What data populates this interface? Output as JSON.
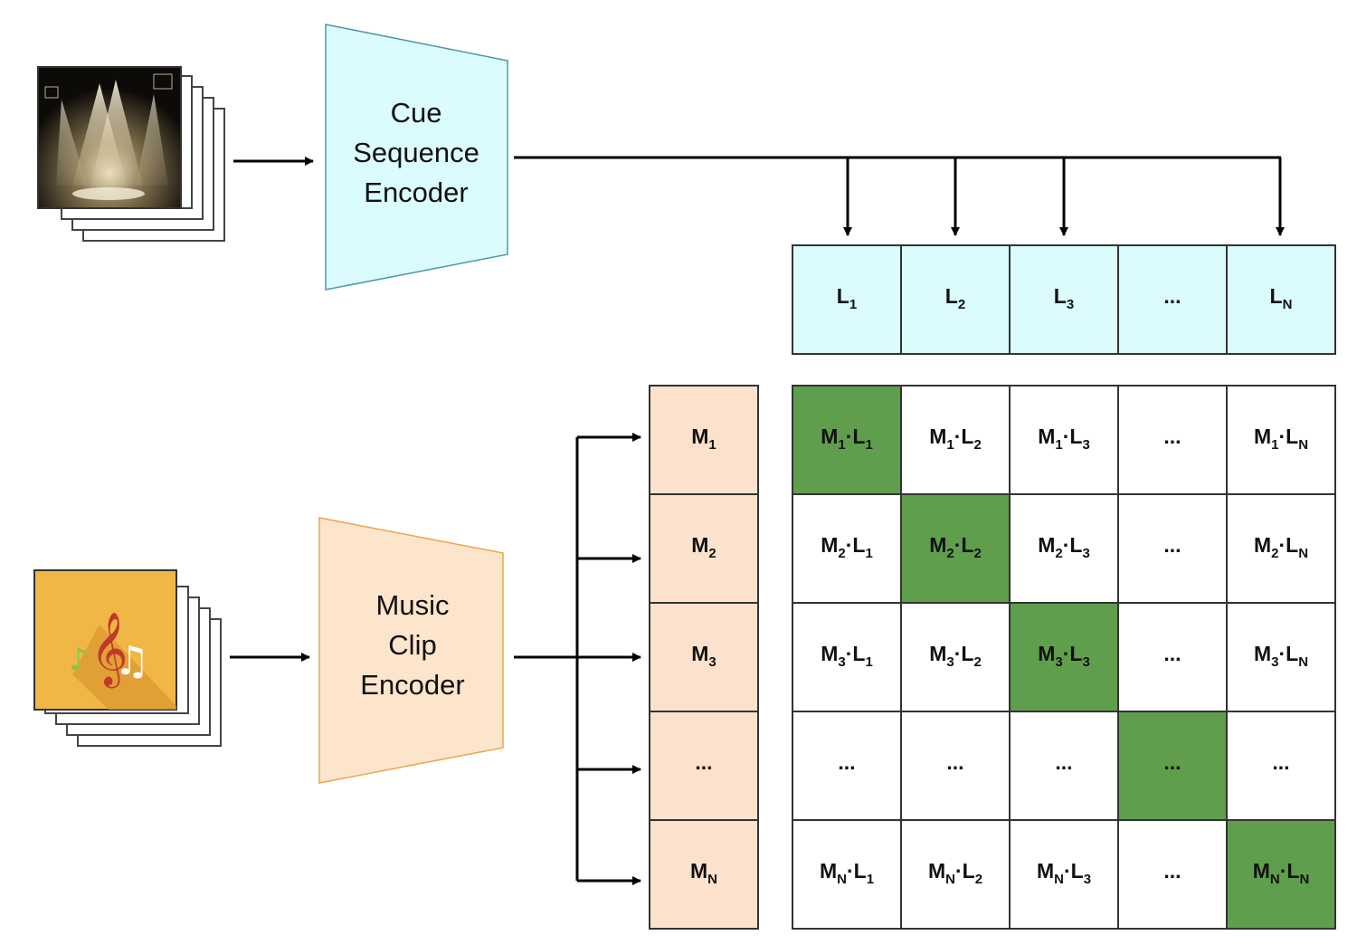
{
  "colors": {
    "cue_fill": "#dbfcfe",
    "cue_stroke": "#4d98a8",
    "music_fill": "#fde5cc",
    "music_stroke": "#eaa54c",
    "l_cell_fill": "#dbfbfc",
    "m_cell_fill": "#fce2cc",
    "diag_fill": "#5f9e4c",
    "grid_stroke": "#333333",
    "line": "#000000",
    "music_tile": "#f0b746"
  },
  "cue_encoder": {
    "line1": "Cue",
    "line2": "Sequence",
    "line3": "Encoder"
  },
  "music_encoder": {
    "line1": "Music",
    "line2": "Clip",
    "line3": "Encoder"
  },
  "cue_input": {
    "icon": "stage-spotlight-image-stack-icon"
  },
  "music_input": {
    "icon": "music-note-image-stack-icon"
  },
  "l_row": [
    {
      "base": "L",
      "sub": "1"
    },
    {
      "base": "L",
      "sub": "2"
    },
    {
      "base": "L",
      "sub": "3"
    },
    {
      "base": "...",
      "sub": ""
    },
    {
      "base": "L",
      "sub": "N"
    }
  ],
  "m_col": [
    {
      "base": "M",
      "sub": "1"
    },
    {
      "base": "M",
      "sub": "2"
    },
    {
      "base": "M",
      "sub": "3"
    },
    {
      "base": "...",
      "sub": ""
    },
    {
      "base": "M",
      "sub": "N"
    }
  ],
  "matrix": {
    "diagonal_highlight": true,
    "rows": [
      [
        "M1·L1",
        "M1·L2",
        "M1·L3",
        "...",
        "M1·LN"
      ],
      [
        "M2·L1",
        "M2·L2",
        "M2·L3",
        "...",
        "M2·LN"
      ],
      [
        "M3·L1",
        "M3·L2",
        "M3·L3",
        "...",
        "M3·LN"
      ],
      [
        "...",
        "...",
        "...",
        "...",
        "..."
      ],
      [
        "MN·L1",
        "MN·L2",
        "MN·L3",
        "...",
        "MN·LN"
      ]
    ]
  }
}
